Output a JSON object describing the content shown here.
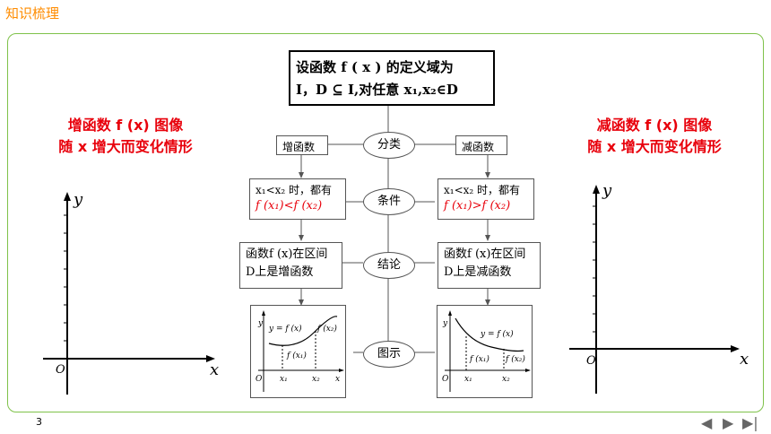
{
  "header": {
    "title": "知识梳理"
  },
  "left_label": {
    "line1": "增函数 f (x) 图像",
    "line2": "随 x 增大而变化情形"
  },
  "right_label": {
    "line1": "减函数 f (x) 图像",
    "line2": "随 x 增大而变化情形"
  },
  "axes": {
    "x": "x",
    "y": "y",
    "origin": "O"
  },
  "center": {
    "definition_line1": "设函数 f ( x ) 的定义域为",
    "definition_line2": "I，D ⊆ I,对任意 x₁,x₂∈D",
    "tags": {
      "classify": "分类",
      "condition": "条件",
      "conclusion": "结论",
      "illustration": "图示"
    },
    "increasing": {
      "head": "增函数",
      "cond_line1": "x₁<x₂ 时，都有",
      "cond_line2": "f (x₁)<f (x₂)",
      "concl_line1": "函数f (x)在区间",
      "concl_line2": "D上是增函数",
      "graph": {
        "curve": "y = f (x)",
        "f1": "f (x₁)",
        "f2": "f (x₂)",
        "x1": "x₁",
        "x2": "x₂",
        "x": "x",
        "y": "y",
        "o": "O"
      }
    },
    "decreasing": {
      "head": "减函数",
      "cond_line1": "x₁<x₂ 时，都有",
      "cond_line2": "f (x₁)>f (x₂)",
      "concl_line1": "函数f (x)在区间",
      "concl_line2": "D上是减函数",
      "graph": {
        "curve": "y = f (x)",
        "f1": "f (x₁)",
        "f2": "f (x₂)",
        "x1": "x₁",
        "x2": "x₂",
        "y": "y",
        "o": "O"
      }
    }
  },
  "footer": {
    "page_number": "3",
    "nav": {
      "prev": "◀",
      "next": "▶",
      "last": "▶|"
    }
  }
}
